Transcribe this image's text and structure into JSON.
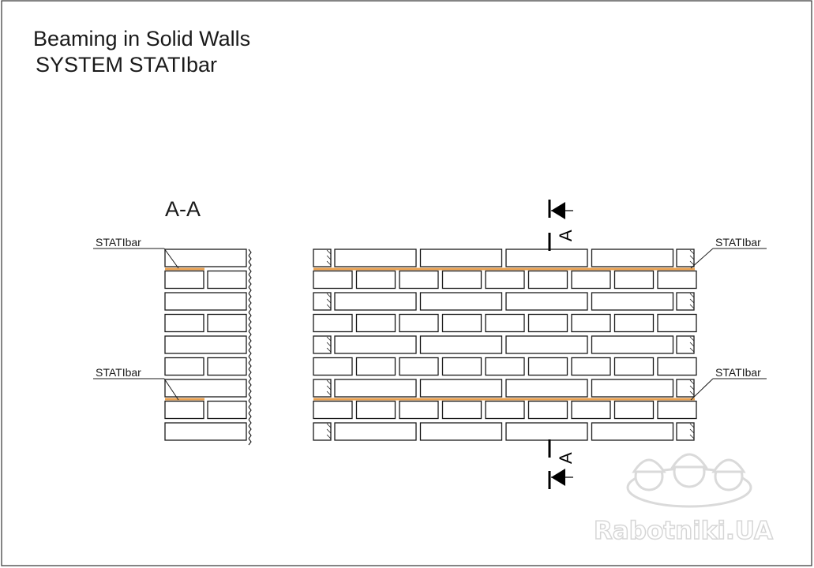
{
  "title": {
    "line1": "Beaming in Solid Walls",
    "line2": "SYSTEM STATIbar"
  },
  "section": {
    "label": "A-A",
    "marker_letter": "A"
  },
  "callouts": {
    "section_top": "STATIbar",
    "section_bottom": "STATIbar",
    "elevation_top": "STATIbar",
    "elevation_bottom": "STATIbar"
  },
  "watermark": {
    "text": "Rabotniki.UA",
    "icon": "worker-helmet-icon"
  },
  "colors": {
    "reinforcement": "#e8a050",
    "line": "#1a1a1a"
  }
}
